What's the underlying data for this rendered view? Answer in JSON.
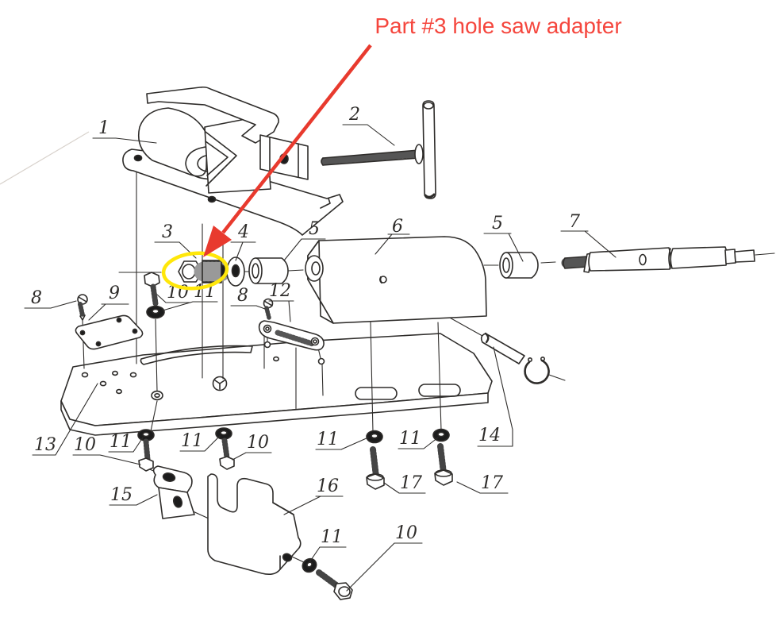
{
  "annotation": {
    "text": "Part #3 hole saw adapter",
    "color": "#f5463d",
    "arrow_color": "#e83a2e",
    "highlight_color": "#ffe70a"
  },
  "diagram": {
    "type": "exploded-parts-diagram",
    "ink_color": "#2e2c2a",
    "part_labels": [
      {
        "text": "1"
      },
      {
        "text": "2"
      },
      {
        "text": "3"
      },
      {
        "text": "4"
      },
      {
        "text": "5"
      },
      {
        "text": "6"
      },
      {
        "text": "5"
      },
      {
        "text": "7"
      },
      {
        "text": "8"
      },
      {
        "text": "9"
      },
      {
        "text": "10"
      },
      {
        "text": "11"
      },
      {
        "text": "8"
      },
      {
        "text": "12"
      },
      {
        "text": "13"
      },
      {
        "text": "10"
      },
      {
        "text": "11"
      },
      {
        "text": "11"
      },
      {
        "text": "10"
      },
      {
        "text": "11"
      },
      {
        "text": "11"
      },
      {
        "text": "14"
      },
      {
        "text": "15"
      },
      {
        "text": "16"
      },
      {
        "text": "17"
      },
      {
        "text": "17"
      },
      {
        "text": "11"
      },
      {
        "text": "10"
      }
    ]
  }
}
